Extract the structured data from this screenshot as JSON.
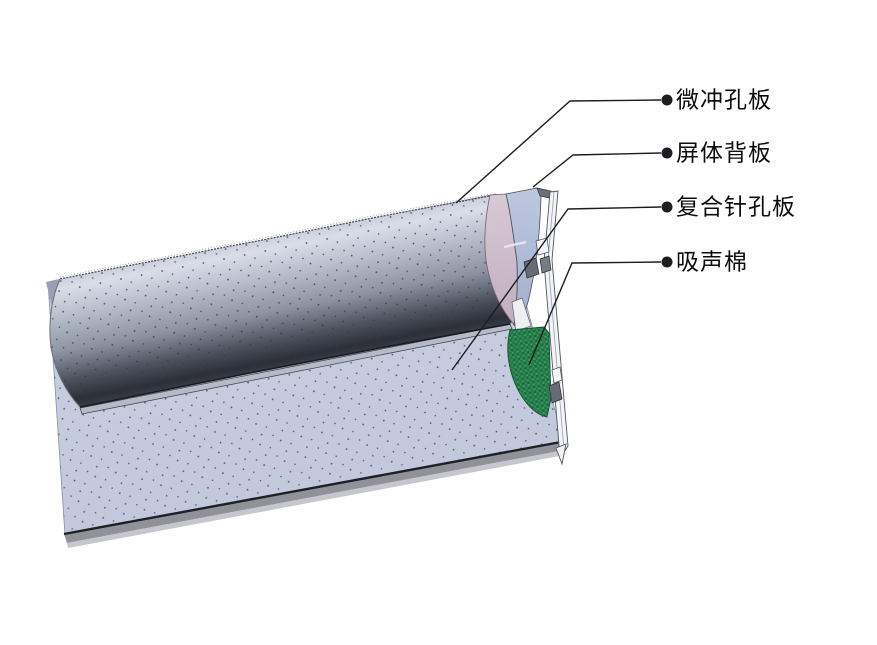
{
  "figure": {
    "description": "3D CAD cutaway diagram of an acoustic barrier panel showing its layered construction",
    "background": "#ffffff"
  },
  "annotations": [
    {
      "label": "微冲孔板"
    },
    {
      "label": "屏体背板"
    },
    {
      "label": "复合针孔板"
    },
    {
      "label": "吸声棉"
    }
  ],
  "colors": {
    "panel_face": "#c8cee1",
    "curved_plate_light": "#dadde7",
    "curved_plate_dark": "#2c2f37",
    "end_cap_pink": "#cfbccb",
    "back_plate_blue": "#b2bfd8",
    "absorber_green": "#2e8b55",
    "frame_white": "#f3f4f7",
    "leader_line": "#1c1d20"
  }
}
